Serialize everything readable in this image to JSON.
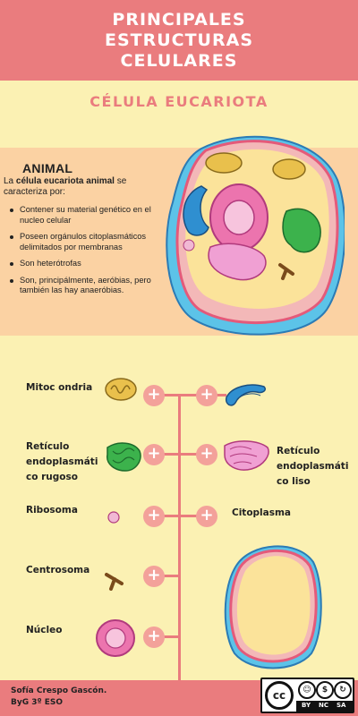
{
  "header": {
    "title": "PRINCIPALES ESTRUCTURAS CELULARES"
  },
  "subtitle": "CÉLULA EUCARIOTA",
  "animal": {
    "title": "ANIMAL",
    "intro_pre": "La ",
    "intro_bold": "célula eucariota animal",
    "intro_post": " se caracteriza por:",
    "bullets": [
      "Contener su material genético en el nucleo celular",
      "Poseen orgánulos citoplasmáticos delimitados por membranas",
      "Son heterótrofas",
      "Son, principálmente, aeróbias, pero también las hay anaeróbias."
    ]
  },
  "structures": {
    "mitocondria": "Mitoc ondria",
    "reticulo_rugoso": "Retículo endoplasmáti co rugoso",
    "ribosoma": "Ribosoma",
    "centrosoma": "Centrosoma",
    "nucleo": "Núcleo",
    "reticulo_liso": "Retículo endoplasmáti co liso",
    "citoplasma": "Citoplasma"
  },
  "plus_symbol": "+",
  "footer": {
    "author": "Sofía Crespo Gascón.",
    "course": "ByG 3º ESO"
  },
  "license": {
    "cc": "cc",
    "by": "BY",
    "nc": "NC",
    "sa": "SA",
    "icons": [
      "cc-icon",
      "by-person-icon",
      "nc-dollar-icon",
      "sa-share-icon"
    ]
  },
  "colors": {
    "accent": "#ea7c7e",
    "background": "#fbf1b3",
    "band": "#fbd2a3",
    "plus": "#f3a19a"
  }
}
